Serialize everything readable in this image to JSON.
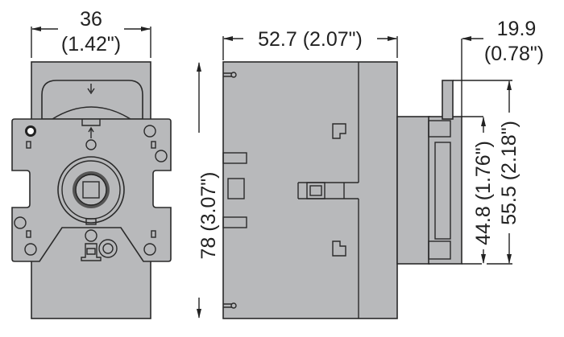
{
  "dimensions": {
    "width_front": {
      "value": "36",
      "inches": "(1.42\")"
    },
    "depth_total": {
      "label": "52.7 (2.07\")"
    },
    "handle_extension": {
      "value": "19.9",
      "inches": "(0.78\")"
    },
    "height": {
      "label": "78 (3.07\")"
    },
    "panel_height_small": {
      "label": "44.8 (1.76\")"
    },
    "panel_height_large": {
      "label": "55.5 (2.18\")"
    }
  },
  "colors": {
    "body": "#b8b9bb",
    "outline": "#2a2a2a"
  }
}
